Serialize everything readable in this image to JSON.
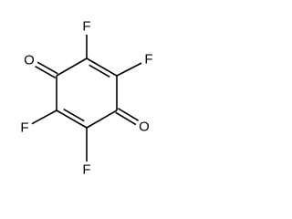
{
  "molecule": {
    "atoms": {
      "c1": "",
      "c2": "",
      "c3": "",
      "c4": "",
      "c5": "",
      "c6": "",
      "f_top": "F",
      "f_upper_right": "F",
      "o_upper_left": "O",
      "f_lower_left": "F",
      "o_lower_right": "O",
      "f_bottom": "F"
    },
    "bonds": [
      {
        "from": "c1",
        "to": "c2",
        "order": 2
      },
      {
        "from": "c2",
        "to": "c3",
        "order": 1
      },
      {
        "from": "c3",
        "to": "c4",
        "order": 1
      },
      {
        "from": "c4",
        "to": "c5",
        "order": 2
      },
      {
        "from": "c5",
        "to": "c6",
        "order": 1
      },
      {
        "from": "c6",
        "to": "c1",
        "order": 1
      },
      {
        "from": "c1",
        "to": "f_top",
        "order": 1
      },
      {
        "from": "c2",
        "to": "f_upper_right",
        "order": 1
      },
      {
        "from": "c6",
        "to": "o_upper_left",
        "order": 2
      },
      {
        "from": "c5",
        "to": "f_lower_left",
        "order": 1
      },
      {
        "from": "c3",
        "to": "o_lower_right",
        "order": 2
      },
      {
        "from": "c4",
        "to": "f_bottom",
        "order": 1
      }
    ],
    "colors": {
      "line": "#000000",
      "text": "#000000",
      "background": "#ffffff"
    }
  }
}
